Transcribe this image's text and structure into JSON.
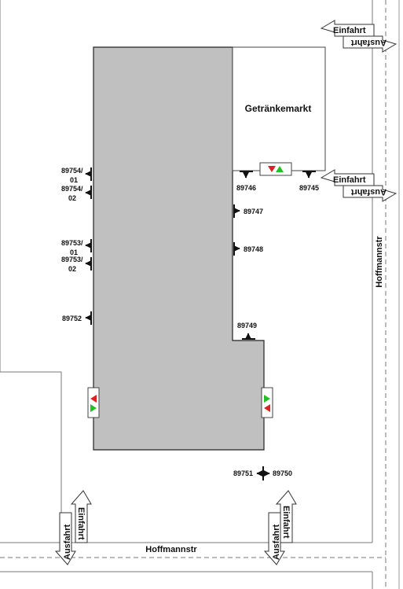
{
  "streets": {
    "right": "Hoffmannstr",
    "bottom": "Hoffmannstr"
  },
  "building": {
    "label": "Getränkemarkt"
  },
  "ramps": {
    "entry": "Einfahrt",
    "exit": "Ausfahrt"
  },
  "doors": {
    "d89746": "89746",
    "d89745": "89745",
    "d89747": "89747",
    "d89748": "89748",
    "d89749": "89749",
    "d89750": "89750",
    "d89751": "89751",
    "d89752": "89752",
    "d89753_01": [
      "89753/",
      "01"
    ],
    "d89753_02": [
      "89753/",
      "02"
    ],
    "d89754_01": [
      "89754/",
      "01"
    ],
    "d89754_02": [
      "89754/",
      "02"
    ]
  },
  "colors": {
    "building_fill": "#c0c0c0",
    "signal_red": "#e02020",
    "signal_green": "#22c022",
    "line": "#222222"
  }
}
